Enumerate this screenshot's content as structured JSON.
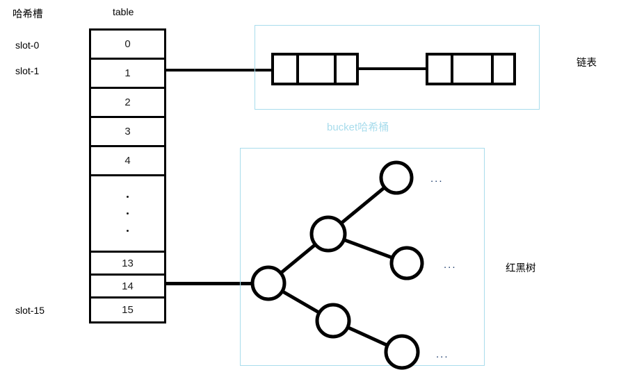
{
  "diagram": {
    "title_labels": {
      "hash_slot": "哈希槽",
      "table": "table",
      "slot_first": "slot-0",
      "slot_second": "slot-1",
      "slot_last": "slot-15",
      "linked_list": "链表",
      "red_black_tree": "红黑树",
      "bucket_caption": "bucket哈希桶"
    },
    "table_cells": [
      {
        "label": "0",
        "kind": "value"
      },
      {
        "label": "1",
        "kind": "value"
      },
      {
        "label": "2",
        "kind": "value"
      },
      {
        "label": "3",
        "kind": "value"
      },
      {
        "label": "4",
        "kind": "value"
      },
      {
        "label": "",
        "kind": "ellipsis"
      },
      {
        "label": "13",
        "kind": "value"
      },
      {
        "label": "14",
        "kind": "value"
      },
      {
        "label": "15",
        "kind": "value"
      }
    ],
    "linked_list": {
      "node_count": 2,
      "cells_per_node": 3
    },
    "tree": {
      "node_count": 6,
      "ellipsis_marks": [
        "...",
        "...",
        "..."
      ]
    },
    "colors": {
      "stroke": "#000000",
      "region_border": "#a8dcec",
      "caption": "#a8dcec",
      "text": "#1a1a1a"
    }
  }
}
